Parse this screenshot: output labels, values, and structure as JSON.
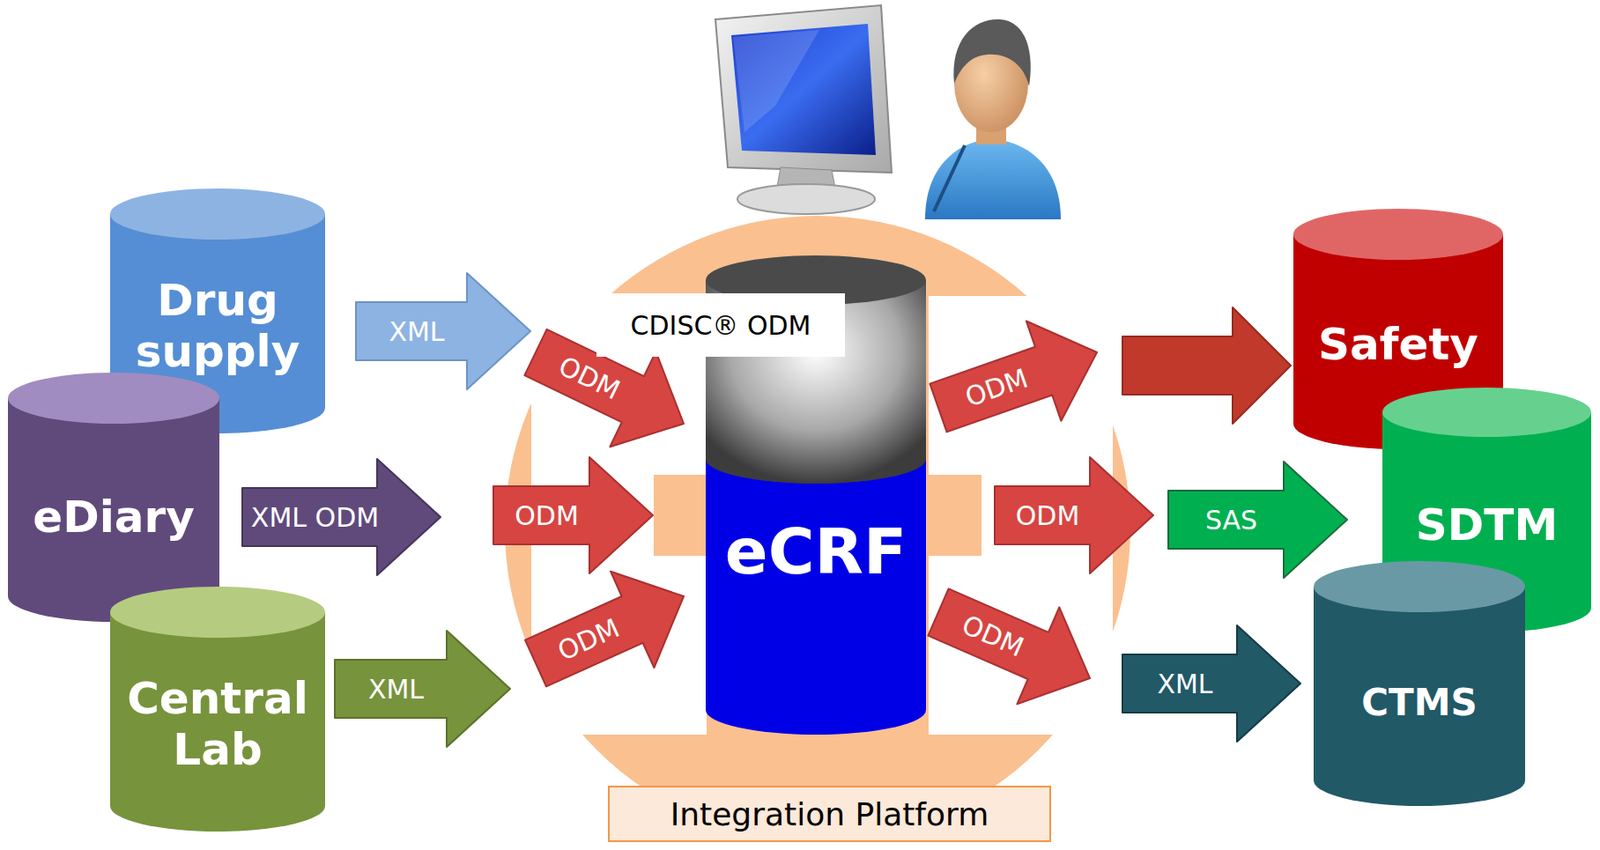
{
  "diagram": {
    "nodes": [
      {
        "text": [
          "Drug supply"
        ]
      },
      {
        "text": [
          "eDiary"
        ]
      },
      {
        "text": [
          "Central Lab"
        ]
      },
      {
        "text": [
          "Integration Platform"
        ]
      },
      {
        "text": [
          "eCRF"
        ],
        "in": 3
      },
      {
        "text": [
          "Safety"
        ]
      },
      {
        "text": [
          "SDTM"
        ]
      },
      {
        "text": [
          "CTMS"
        ]
      }
    ],
    "edges": [
      {
        "from": 0,
        "to": 3,
        "label": "XML",
        "arrow": "to"
      },
      {
        "from": 1,
        "to": 3,
        "label": "XML ODM",
        "arrow": "to"
      },
      {
        "from": 2,
        "to": 3,
        "label": "XML",
        "arrow": "to"
      },
      {
        "from": 3,
        "to": 4,
        "label": "ODM",
        "arrow": "to"
      },
      {
        "from": 3,
        "to": 4,
        "label": "ODM",
        "arrow": "to"
      },
      {
        "from": 3,
        "to": 4,
        "label": "ODM",
        "arrow": "to"
      },
      {
        "from": 4,
        "to": 3,
        "label": "ODM",
        "arrow": "to"
      },
      {
        "from": 4,
        "to": 3,
        "label": "ODM",
        "arrow": "to"
      },
      {
        "from": 4,
        "to": 3,
        "label": "ODM",
        "arrow": "to"
      },
      {
        "from": 3,
        "to": 5,
        "arrow": "to"
      },
      {
        "from": 3,
        "to": 6,
        "label": "SAS",
        "arrow": "to"
      },
      {
        "from": 3,
        "to": 7,
        "label": "XML",
        "arrow": "to"
      }
    ],
    "labels": [
      "CDISC® ODM"
    ]
  }
}
